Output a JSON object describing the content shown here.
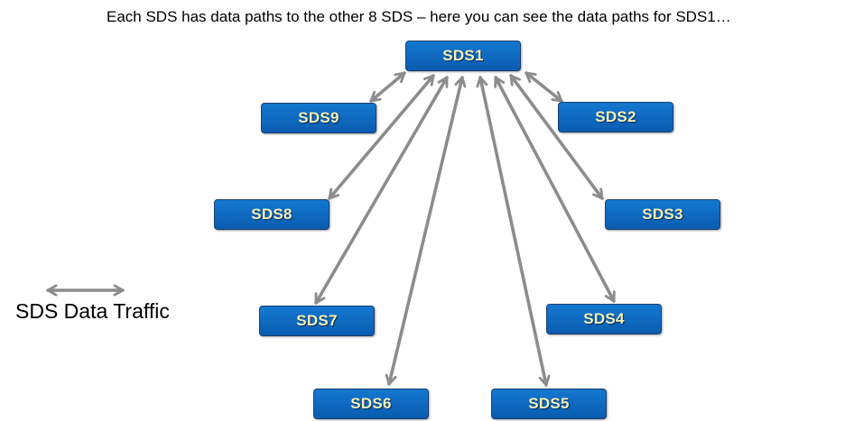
{
  "caption": "Each SDS has data paths to the other 8 SDS –  here you can see the data paths for SDS1…",
  "nodes": {
    "sds1": "SDS1",
    "sds2": "SDS2",
    "sds3": "SDS3",
    "sds4": "SDS4",
    "sds5": "SDS5",
    "sds6": "SDS6",
    "sds7": "SDS7",
    "sds8": "SDS8",
    "sds9": "SDS9"
  },
  "legend": {
    "label": "SDS Data Traffic"
  },
  "colors": {
    "node_fill": "#0a6ac4",
    "node_text": "#f5f1b8",
    "arrow": "#8c8c8c"
  }
}
